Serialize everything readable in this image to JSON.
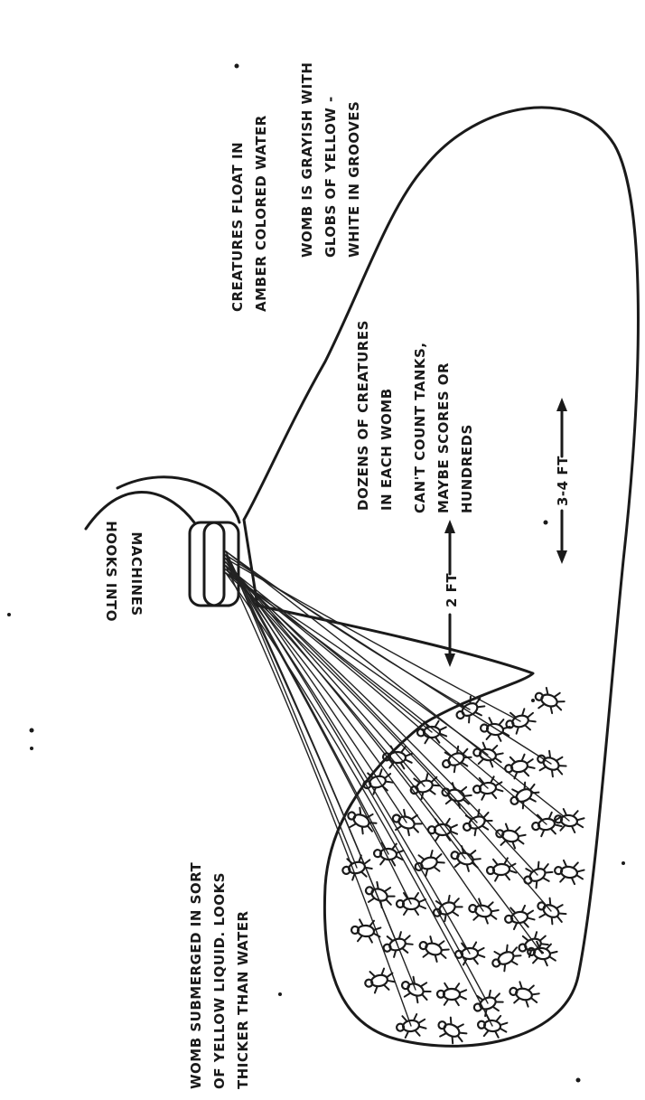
{
  "annotations": {
    "hooks_into_machines": [
      "HOOKS INTO",
      "MACHINES"
    ],
    "amber_water": [
      "CREATURES FLOAT IN",
      "AMBER COLORED WATER"
    ],
    "womb_color": [
      "WOMB IS GRAYISH WITH",
      "GLOBS OF YELLOW -",
      "WHITE IN GROOVES"
    ],
    "dozens_creatures": [
      "DOZENS OF CREATURES",
      "IN EACH WOMB"
    ],
    "cant_count": [
      "CAN'T COUNT TANKS,",
      "MAYBE SCORES OR",
      "HUNDREDS"
    ],
    "submerged": [
      "WOMB SUBMERGED IN SORT",
      "OF YELLOW LIQUID. LOOKS",
      "THICKER THAN WATER"
    ]
  },
  "dimensions": {
    "width_label": "2 FT",
    "length_label": "3-4 FT"
  }
}
